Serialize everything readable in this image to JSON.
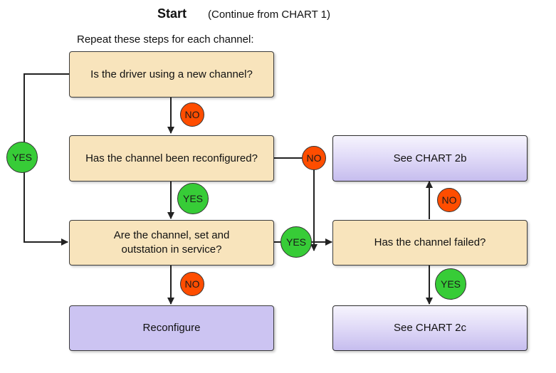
{
  "header": {
    "title": "Start",
    "subtitle": "(Continue from CHART 1)",
    "instruction": "Repeat these steps for each channel:"
  },
  "nodes": {
    "new_channel": "Is the driver using a new channel?",
    "reconfigured": "Has the channel been reconfigured?",
    "in_service_line1": "Are the channel, set and",
    "in_service_line2": "outstation in service?",
    "reconfigure": "Reconfigure",
    "channel_failed": "Has the channel failed?",
    "chart_2b": "See CHART 2b",
    "chart_2c": "See CHART 2c"
  },
  "labels": {
    "yes": "YES",
    "no": "NO"
  },
  "colors": {
    "decision_fill": "#f8e4bc",
    "action_fill": "#ccc4f2",
    "yes_badge": "#37cc37",
    "no_badge": "#ff4d00",
    "line": "#222222"
  }
}
